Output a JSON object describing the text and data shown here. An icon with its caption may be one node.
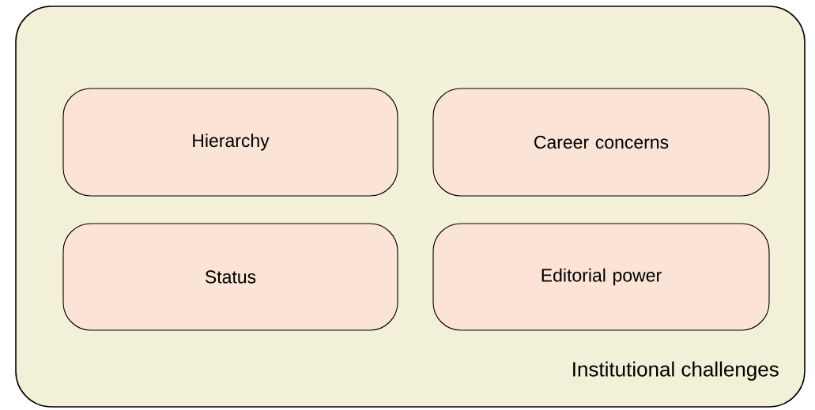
{
  "diagram": {
    "nodes": [
      {
        "text": [
          "Institutional challenges"
        ]
      },
      {
        "text": [
          "Hierarchy"
        ],
        "in": 0
      },
      {
        "text": [
          "Career concerns"
        ],
        "in": 0
      },
      {
        "text": [
          "Status"
        ],
        "in": 0
      },
      {
        "text": [
          "Editorial power"
        ],
        "in": 0
      }
    ]
  }
}
